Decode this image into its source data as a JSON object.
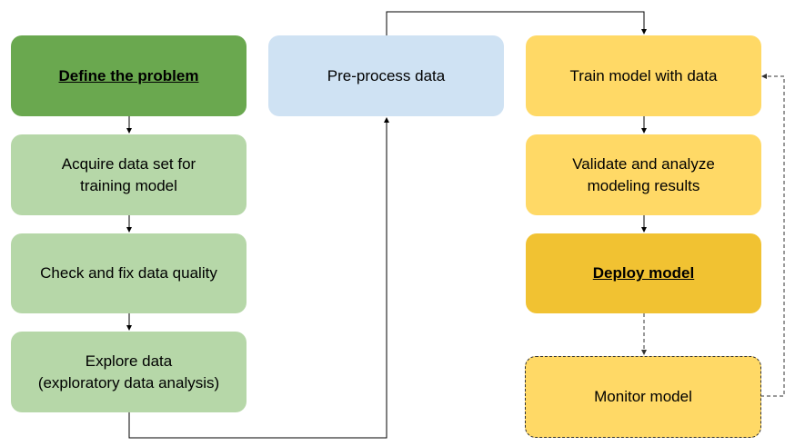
{
  "steps": {
    "define_problem": "Define the problem",
    "acquire_data": "Acquire data set for\ntraining model",
    "check_quality": "Check and fix data quality",
    "explore_data": "Explore data\n(exploratory data analysis)",
    "preprocess": "Pre-process data",
    "train_model": "Train model with data",
    "validate": "Validate and analyze\nmodeling results",
    "deploy": "Deploy model",
    "monitor": "Monitor model"
  },
  "colors": {
    "green_dark": "#6aa84f",
    "green_light": "#b6d7a8",
    "blue_light": "#cfe2f3",
    "yellow_light": "#ffd966",
    "yellow_dark": "#f1c232",
    "line": "#000000"
  }
}
